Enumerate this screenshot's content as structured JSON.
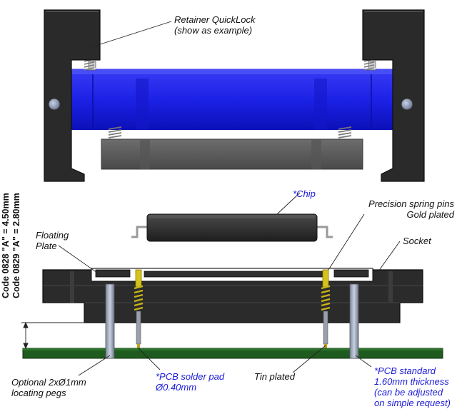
{
  "labels": {
    "retainer": [
      "Retainer QuickLock",
      "(show as example)"
    ],
    "chip": "*Chip",
    "spring_pins": [
      "Precision spring pins",
      "Gold plated"
    ],
    "floating_plate": [
      "Floating",
      "Plate"
    ],
    "socket": "Socket",
    "code_0828": "Code 0828 \"A\" = 4.50mm",
    "code_0829": "Code 0829 \"A\" = 2.80mm",
    "pegs": [
      "Optional 2xØ1mm",
      "locating pegs"
    ],
    "solder_pad": [
      "*PCB solder pad",
      "Ø0.40mm"
    ],
    "tin_plated": "Tin plated",
    "pcb_standard": [
      "*PCB standard",
      "1.60mm thickness",
      "(can be adjusted",
      "on simple request)"
    ]
  },
  "colors": {
    "body_dark": "#2b2b2b",
    "body_edge": "#0e0e0e",
    "blue_plate": "#1c22e6",
    "pcb_green": "#1f5a1f",
    "gold_pin": "#d6c21a",
    "label_blue": "#1a1ad8"
  }
}
